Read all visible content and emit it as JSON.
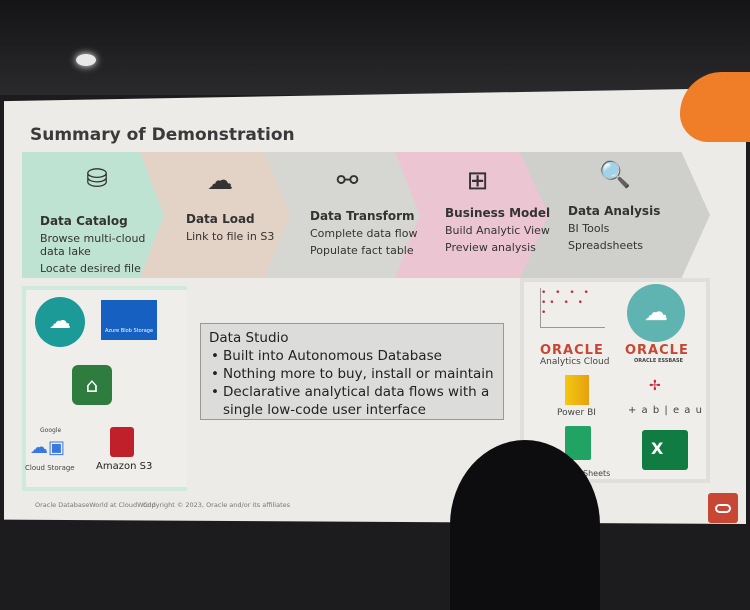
{
  "title": "Summary of Demonstration",
  "steps": [
    {
      "title": "Data Catalog",
      "lines": [
        "Browse multi-cloud data lake",
        "Locate desired file"
      ],
      "icon": "database-arrows-icon",
      "color": "#bfe3d2"
    },
    {
      "title": "Data Load",
      "lines": [
        "Link to file in S3"
      ],
      "icon": "cloud-upload-icon",
      "color": "#e3d2c6"
    },
    {
      "title": "Data Transform",
      "lines": [
        "Complete data flow",
        "Populate fact table"
      ],
      "icon": "data-flow-icon",
      "color": "#d6d6d3"
    },
    {
      "title": "Business Model",
      "lines": [
        "Build Analytic View",
        "Preview analysis"
      ],
      "icon": "hierarchy-icon",
      "color": "#ebc6d2"
    },
    {
      "title": "Data Analysis",
      "lines": [
        "BI Tools",
        "Spreadsheets"
      ],
      "icon": "report-magnifier-icon",
      "color": "#cfcfcc"
    }
  ],
  "sources": {
    "azure": "Azure Blob Storage",
    "google_brand": "Google",
    "google": "Cloud Storage",
    "s3": "Amazon S3"
  },
  "data_studio": {
    "heading": "Data Studio",
    "bullets": [
      "Built into Autonomous Database",
      "Nothing more to buy, install or maintain",
      "Declarative analytical data flows with a single low-code user interface"
    ]
  },
  "tools": {
    "oracle1": "ORACLE",
    "oac": "Analytics Cloud",
    "oracle2": "ORACLE",
    "essbase": "ORACLE ESSBASE",
    "powerbi": "Power BI",
    "tableau": "+ a b | e a u",
    "sheets": "Sheets"
  },
  "footer": {
    "event": "Oracle DatabaseWorld at CloudWorld",
    "copyright": "Copyright © 2023, Oracle and/or its affiliates"
  }
}
